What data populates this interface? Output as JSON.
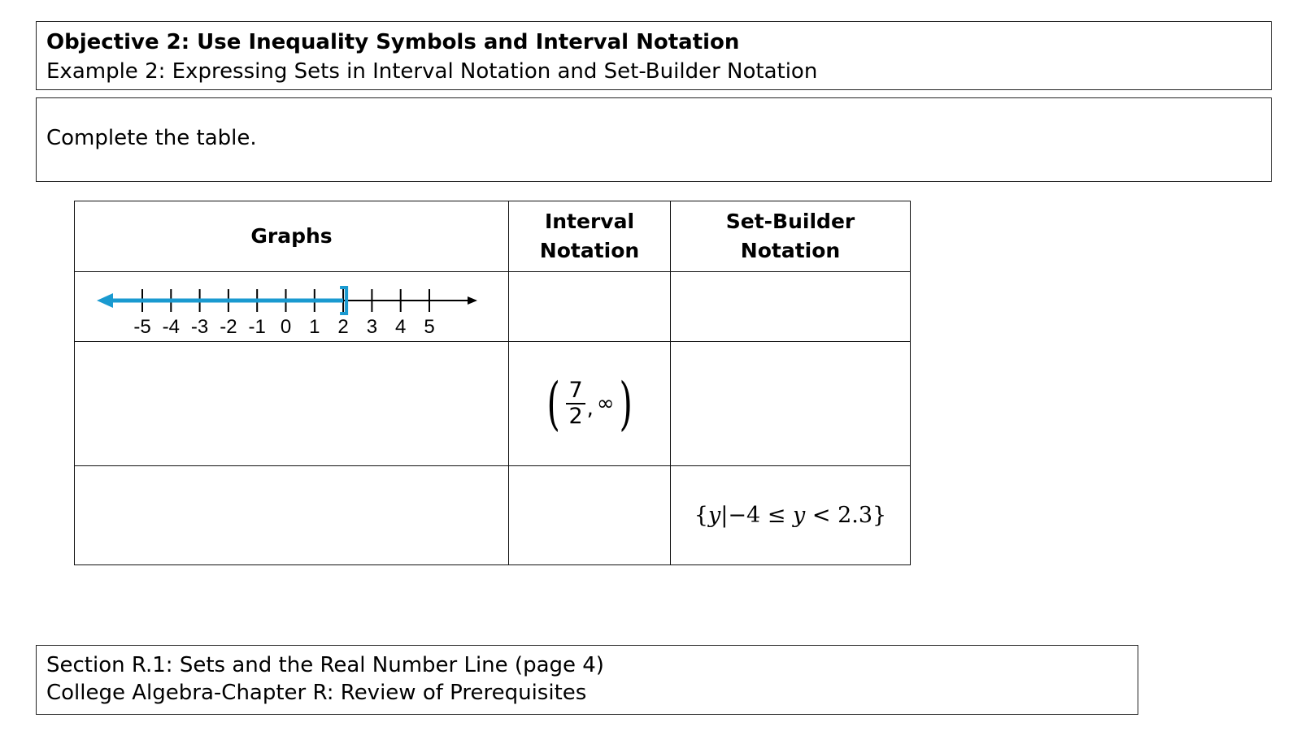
{
  "header": {
    "objective": "Objective 2: Use Inequality Symbols and Interval Notation",
    "example": "Example 2: Expressing Sets in Interval Notation and Set-Builder Notation"
  },
  "instruction": "Complete the table.",
  "table": {
    "headers": {
      "graphs": "Graphs",
      "interval_line1": "Interval",
      "interval_line2": "Notation",
      "setbuilder_line1": "Set-Builder",
      "setbuilder_line2": "Notation"
    },
    "row1": {
      "graph": {
        "tick_labels": [
          "-5",
          "-4",
          "-3",
          "-2",
          "-1",
          "0",
          "1",
          "2",
          "3",
          "4",
          "5"
        ],
        "shaded_from": "-infinity",
        "endpoint": 2,
        "endpoint_type": "closed bracket",
        "shade_color": "#1a9ad0"
      }
    },
    "row2": {
      "interval": {
        "numerator": "7",
        "denominator": "2",
        "infinity": "∞"
      }
    },
    "row3": {
      "setbuilder": {
        "open_brace": "{",
        "variable": "y",
        "bar": "|",
        "lower": "−4",
        "le": "≤",
        "variable2": "y",
        "lt": "<",
        "upper": "2.3",
        "close_brace": "}"
      }
    }
  },
  "footer": {
    "section": "Section R.1: Sets and the Real Number Line (page 4)",
    "chapter": "College Algebra-Chapter R: Review of Prerequisites"
  }
}
